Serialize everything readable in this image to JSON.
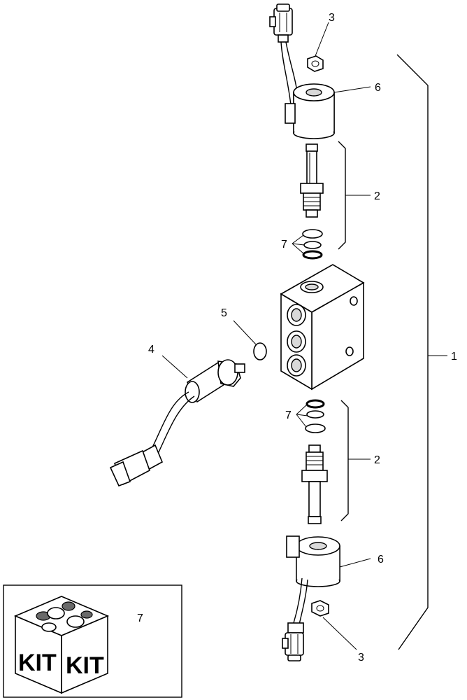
{
  "callouts": {
    "assembly": "1",
    "cartridge_top": "2",
    "cartridge_bottom": "2",
    "nut_top": "3",
    "nut_bottom": "3",
    "pressure_switch": "4",
    "oring_switch": "5",
    "coil_top": "6",
    "coil_bottom": "6",
    "seal_top": "7",
    "seal_bottom": "7",
    "kit_box": "7"
  },
  "kit": {
    "label_left": "KIT",
    "label_right": "KIT"
  }
}
